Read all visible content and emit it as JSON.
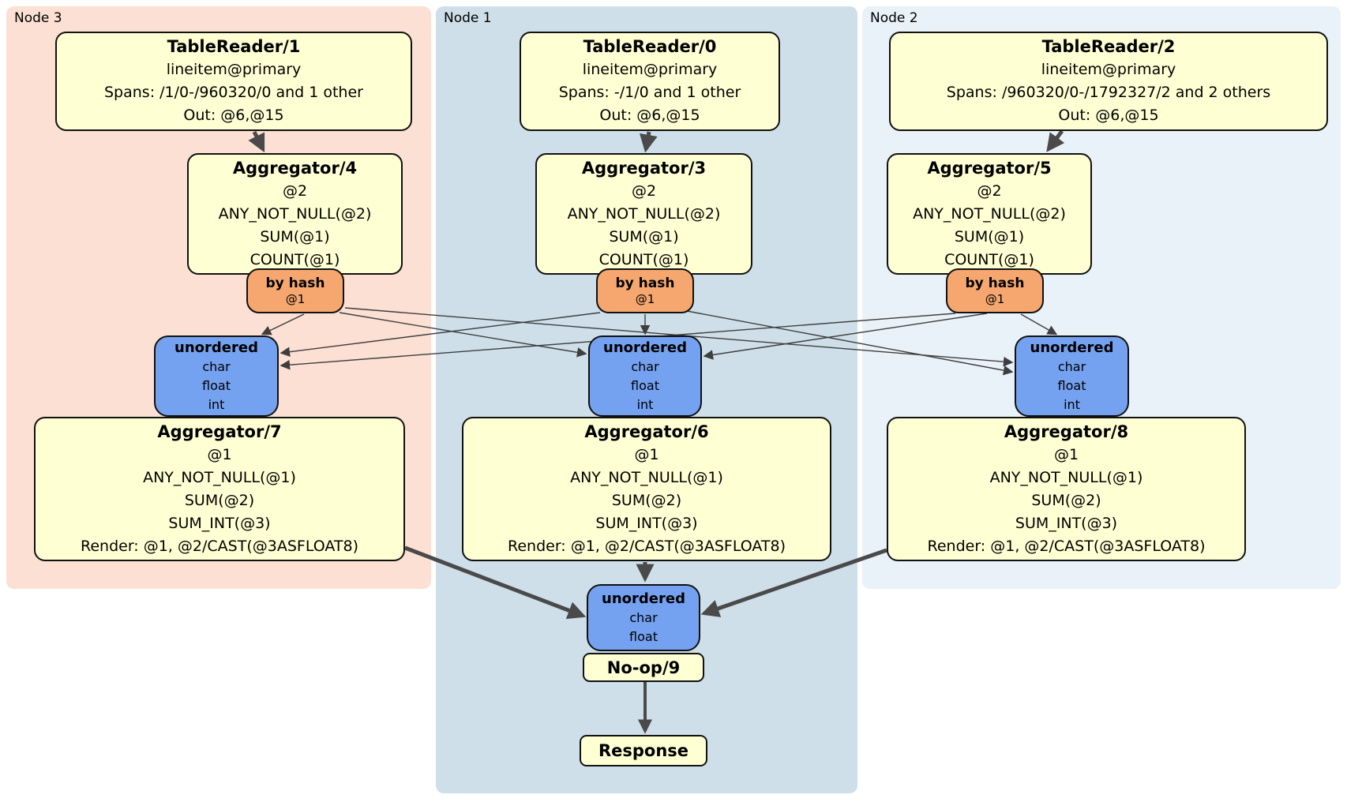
{
  "regions": [
    {
      "label": "Node 3"
    },
    {
      "label": "Node 1"
    },
    {
      "label": "Node 2"
    }
  ],
  "boxes": {
    "tr1": {
      "title": "TableReader/1",
      "lines": [
        "lineitem@primary",
        "Spans: /1/0-/960320/0 and 1 other",
        "Out: @6,@15"
      ]
    },
    "tr0": {
      "title": "TableReader/0",
      "lines": [
        "lineitem@primary",
        "Spans: -/1/0 and 1 other",
        "Out: @6,@15"
      ]
    },
    "tr2": {
      "title": "TableReader/2",
      "lines": [
        "lineitem@primary",
        "Spans: /960320/0-/1792327/2 and 2 others",
        "Out: @6,@15"
      ]
    },
    "agg4": {
      "title": "Aggregator/4",
      "lines": [
        "@2",
        "ANY_NOT_NULL(@2)",
        "SUM(@1)",
        "COUNT(@1)"
      ]
    },
    "agg3": {
      "title": "Aggregator/3",
      "lines": [
        "@2",
        "ANY_NOT_NULL(@2)",
        "SUM(@1)",
        "COUNT(@1)"
      ]
    },
    "agg5": {
      "title": "Aggregator/5",
      "lines": [
        "@2",
        "ANY_NOT_NULL(@2)",
        "SUM(@1)",
        "COUNT(@1)"
      ]
    },
    "byhash_l": {
      "title": "by hash",
      "sub": "@1"
    },
    "byhash_m": {
      "title": "by hash",
      "sub": "@1"
    },
    "byhash_r": {
      "title": "by hash",
      "sub": "@1"
    },
    "unord_l": {
      "title": "unordered",
      "lines": [
        "char",
        "float",
        "int"
      ]
    },
    "unord_m": {
      "title": "unordered",
      "lines": [
        "char",
        "float",
        "int"
      ]
    },
    "unord_r": {
      "title": "unordered",
      "lines": [
        "char",
        "float",
        "int"
      ]
    },
    "agg7": {
      "title": "Aggregator/7",
      "lines": [
        "@1",
        "ANY_NOT_NULL(@1)",
        "SUM(@2)",
        "SUM_INT(@3)",
        "Render: @1, @2/CAST(@3ASFLOAT8)"
      ]
    },
    "agg6": {
      "title": "Aggregator/6",
      "lines": [
        "@1",
        "ANY_NOT_NULL(@1)",
        "SUM(@2)",
        "SUM_INT(@3)",
        "Render: @1, @2/CAST(@3ASFLOAT8)"
      ]
    },
    "agg8": {
      "title": "Aggregator/8",
      "lines": [
        "@1",
        "ANY_NOT_NULL(@1)",
        "SUM(@2)",
        "SUM_INT(@3)",
        "Render: @1, @2/CAST(@3ASFLOAT8)"
      ]
    },
    "unord_b": {
      "title": "unordered",
      "lines": [
        "char",
        "float"
      ]
    },
    "noop": {
      "title": "No-op/9"
    },
    "response": {
      "title": "Response"
    }
  },
  "colors": {
    "node3_bg": "#fbe0d3",
    "node1_bg": "#cedfe9",
    "node2_bg": "#e9f1f9",
    "box_yellow": "#ffffd4",
    "hash_orange": "#f5a76f",
    "stream_blue": "#74a1f0",
    "edge": "#4a4a4a"
  }
}
